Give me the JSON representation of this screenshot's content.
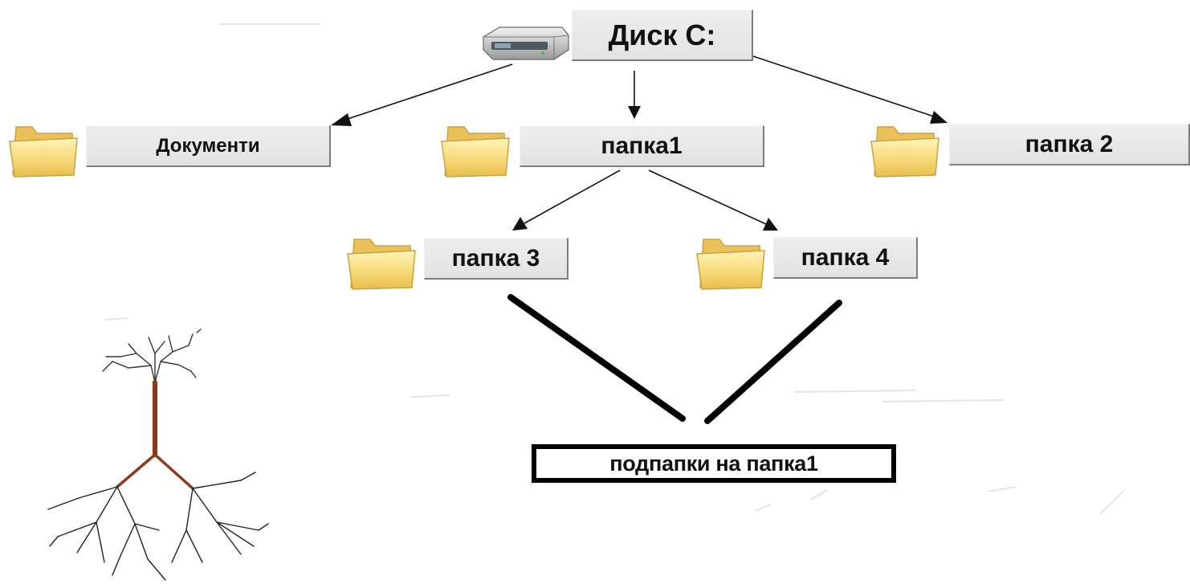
{
  "diagram": {
    "root": {
      "label": "Диск С:",
      "icon": "hard-drive-icon"
    },
    "level1": [
      {
        "label": "Документи",
        "icon": "folder-icon"
      },
      {
        "label": "папка1",
        "icon": "folder-icon"
      },
      {
        "label": "папка 2",
        "icon": "folder-icon"
      }
    ],
    "level2": [
      {
        "label": "папка 3",
        "icon": "folder-icon"
      },
      {
        "label": "папка 4",
        "icon": "folder-icon"
      }
    ],
    "caption": "подпапки на папка1",
    "tree_illustration": "tree-with-roots-icon"
  },
  "colors": {
    "label_background": "#e6e6e6",
    "label_shadow": "#7d7d7d",
    "folder_fill": "#f6d672",
    "folder_stroke": "#c9a43e",
    "arrow": "#111111",
    "trunk": "#8b3a1e",
    "branches": "#222222"
  }
}
